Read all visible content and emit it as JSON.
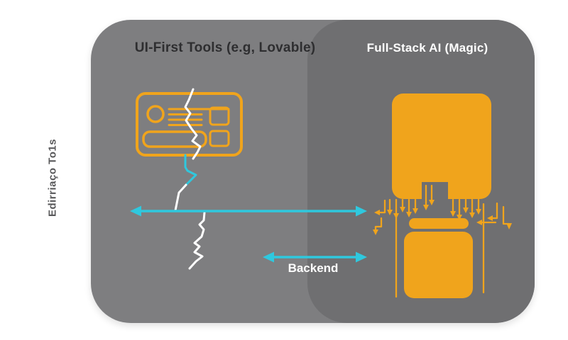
{
  "side_label": "Edirriaço To1s",
  "left_section": {
    "title": "UI-First Tools (e.g, Lovable)",
    "icon": "broken-ui-card-icon",
    "crack_note": "white crack splits the UI card and continues downward"
  },
  "right_section": {
    "title": "Full-Stack AI (Magic)",
    "icons": [
      "app-screen-icon",
      "auto-wiring-arrows-icon",
      "database-icon"
    ]
  },
  "backend_label": "Backend",
  "colors": {
    "background": "#ffffff",
    "panel_gray": "#7e7e80",
    "panel_dark_gray": "#6f6f71",
    "accent_yellow": "#f0a41c",
    "accent_cyan": "#2fc8de",
    "crack_white": "#ffffff",
    "left_title_color": "#2e2e30",
    "right_title_color": "#ffffff",
    "side_label_color": "#58585a"
  }
}
